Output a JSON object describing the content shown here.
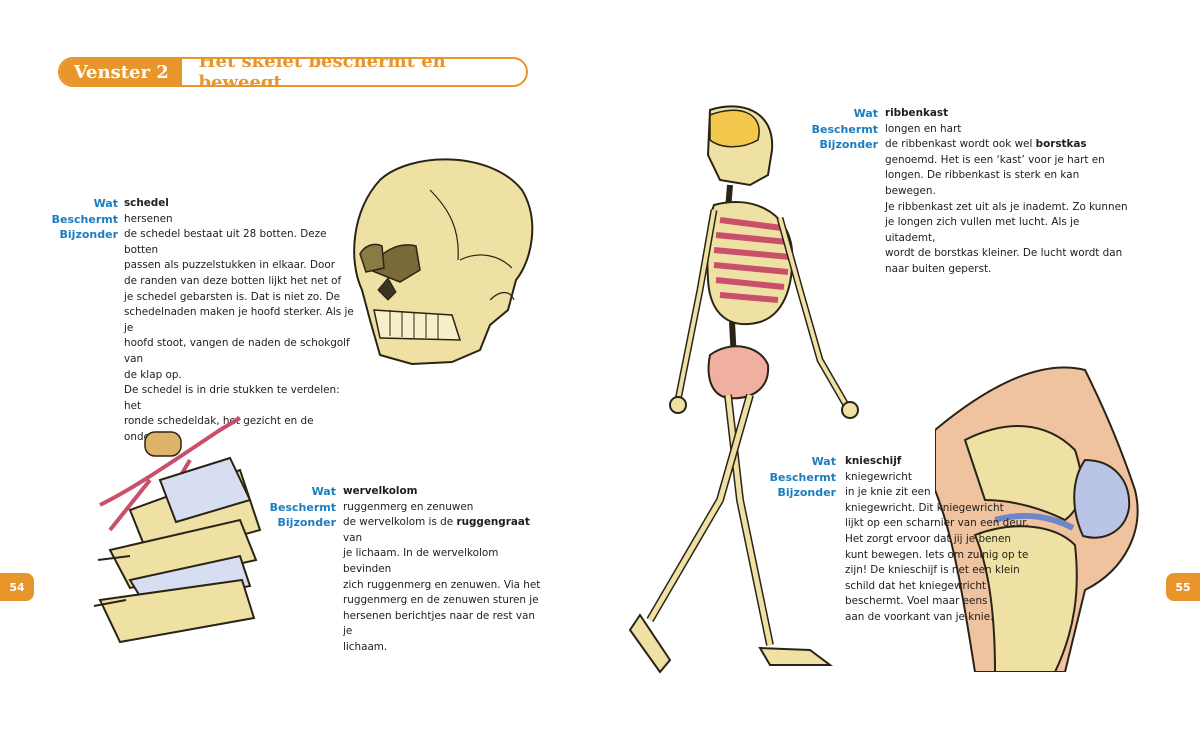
{
  "header": {
    "window_label": "Venster 2",
    "title": "Het skelet beschermt en beweegt"
  },
  "pages": {
    "left": "54",
    "right": "55"
  },
  "field_labels": {
    "wat": "Wat",
    "beschermt": "Beschermt",
    "bijzonder": "Bijzonder"
  },
  "entries": {
    "schedel": {
      "wat": "schedel",
      "beschermt": "hersenen",
      "bijzonder_lines": [
        "de schedel bestaat uit 28 botten. Deze botten",
        "passen als puzzelstukken in elkaar. Door",
        "de randen van deze botten lijkt het net of",
        "je schedel gebarsten is. Dat is niet zo. De",
        "schedelnaden maken je hoofd sterker. Als je je",
        "hoofd stoot, vangen de naden de schokgolf van",
        "de klap op.",
        "De schedel is in drie stukken te verdelen: het",
        "ronde schedeldak, het gezicht en de onderkaak."
      ]
    },
    "wervelkolom": {
      "wat": "wervelkolom",
      "beschermt": "ruggenmerg en zenuwen",
      "bijzonder_pre": "de wervelkolom is de ",
      "bijzonder_bold": "ruggengraat",
      "bijzonder_post": " van",
      "bijzonder_lines": [
        "je lichaam. In de wervelkolom bevinden",
        "zich ruggenmerg en zenuwen. Via het",
        "ruggenmerg en de zenuwen sturen je",
        "hersenen berichtjes naar de rest van je",
        "lichaam."
      ]
    },
    "ribbenkast": {
      "wat": "ribbenkast",
      "beschermt": "longen en hart",
      "bijzonder_pre": "de ribbenkast wordt ook wel ",
      "bijzonder_bold": "borstkas",
      "bijzonder_lines": [
        "genoemd. Het is een ‘kast’ voor je hart en",
        "longen. De ribbenkast is sterk en kan bewegen.",
        "Je ribbenkast zet uit als je inademt. Zo kunnen",
        "je longen zich vullen met lucht. Als je uitademt,",
        "wordt de borstkas kleiner. De lucht wordt dan",
        "naar buiten geperst."
      ]
    },
    "knieschijf": {
      "wat": "knieschijf",
      "beschermt": "kniegewricht",
      "bijzonder_lines": [
        "in je knie zit een",
        "kniegewricht. Dit kniegewricht",
        "lijkt op een scharnier van een deur.",
        "Het zorgt ervoor dat jij je benen",
        "kunt bewegen. Iets om zuinig op te",
        "zijn! De knieschijf is net een klein",
        "schild dat het kniegewricht",
        "beschermt. Voel maar eens",
        "aan de voorkant van je knie."
      ]
    }
  },
  "colors": {
    "accent": "#e8952c",
    "label_blue": "#1b7dbf",
    "bone": "#efe1a3",
    "outline": "#2a2417",
    "rib": "#c9506a"
  }
}
